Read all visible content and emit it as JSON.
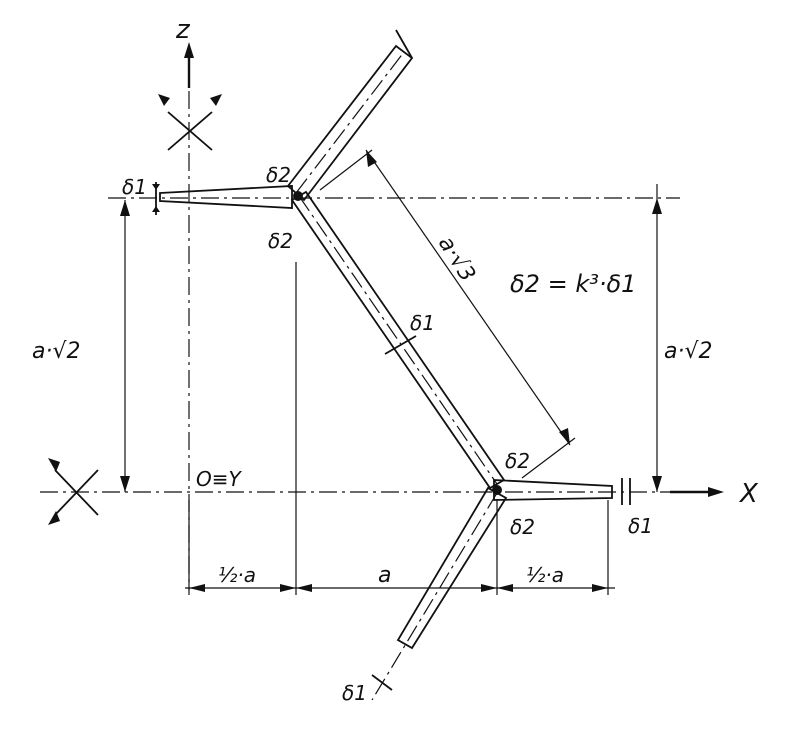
{
  "axes": {
    "z_label": "z",
    "x_label": "X",
    "origin_label": "O≡Y"
  },
  "dimensions": {
    "height_left": "a·√2",
    "height_right": "a·√2",
    "diagonal": "a·√3",
    "half_a_left": "½·a",
    "a_middle": "a",
    "half_a_right": "½·a"
  },
  "thickness_labels": {
    "delta1": "δ1",
    "delta2": "δ2"
  },
  "formula": "δ2 = k³·δ1"
}
